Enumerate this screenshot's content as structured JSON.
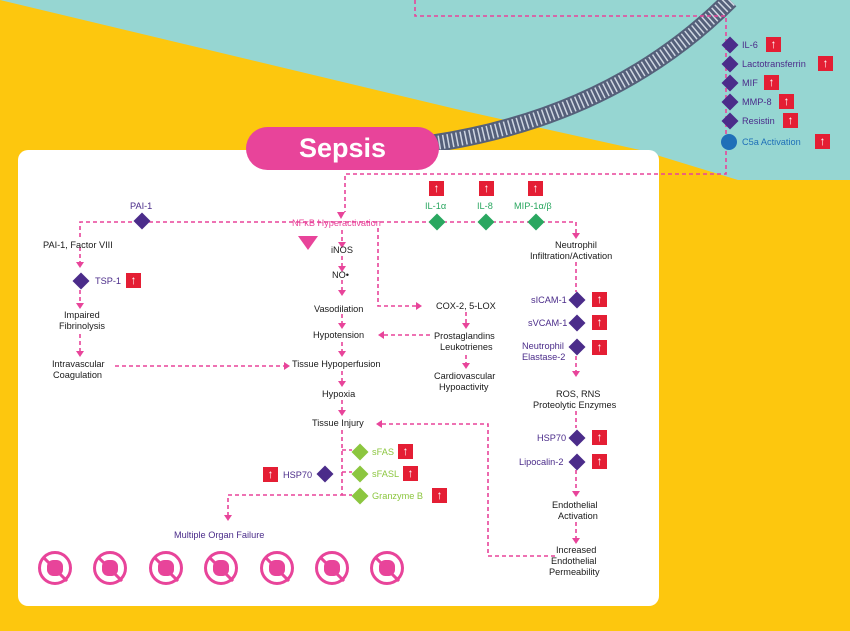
{
  "title": "Sepsis",
  "colors": {
    "yellow": "#fdc70e",
    "teal": "#96d6d2",
    "pink": "#e8449a",
    "purple": "#4b2c8a",
    "green": "#2aa760",
    "lime": "#8cc63f",
    "blue": "#1f6fb8",
    "red": "#e41e34"
  },
  "top_markers": [
    "IL-6",
    "Lactotransferrin",
    "MIF",
    "MMP-8",
    "Resistin",
    "C5a Activation"
  ],
  "nodes": {
    "nfkb": "NFκB Hyperactivation",
    "pai1": "PAI-1",
    "pai1_f8": "PAI-1, Factor VIII",
    "tsp1": "TSP-1",
    "impaired_1": "Impaired",
    "impaired_2": "Fibrinolysis",
    "ivc_1": "Intravascular",
    "ivc_2": "Coagulation",
    "inos": "iNOS",
    "no": "NO•",
    "vasodilation": "Vasodilation",
    "hypotension": "Hypotension",
    "hypoperfusion": "Tissue Hypoperfusion",
    "hypoxia": "Hypoxia",
    "injury": "Tissue Injury",
    "hsp70_left": "HSP70",
    "mof": "Multiple Organ Failure",
    "sfas": "sFAS",
    "sfasl": "sFASL",
    "granzyme": "Granzyme B",
    "il1a": "IL-1α",
    "il8": "IL-8",
    "mip1": "MIP-1α/β",
    "cox2": "COX-2, 5-LOX",
    "pg_1": "Prostaglandins",
    "pg_2": "Leukotrienes",
    "cv_1": "Cardiovascular",
    "cv_2": "Hypoactivity",
    "neut_1": "Neutrophil",
    "neut_2": "Infiltration/Activation",
    "sicam": "sICAM-1",
    "svcam": "sVCAM-1",
    "ne_1": "Neutrophil",
    "ne_2": "Elastase-2",
    "ros_1": "ROS, RNS",
    "ros_2": "Proteolytic Enzymes",
    "hsp70_right": "HSP70",
    "lipocalin": "Lipocalin-2",
    "endo_1": "Endothelial",
    "endo_2": "Activation",
    "perm_1": "Increased",
    "perm_2": "Endothelial",
    "perm_3": "Permeability"
  },
  "organs": [
    "brain-icon",
    "lungs-icon",
    "heart-icon",
    "liver-icon",
    "stomach-icon",
    "intestine-icon",
    "kidney-icon"
  ]
}
